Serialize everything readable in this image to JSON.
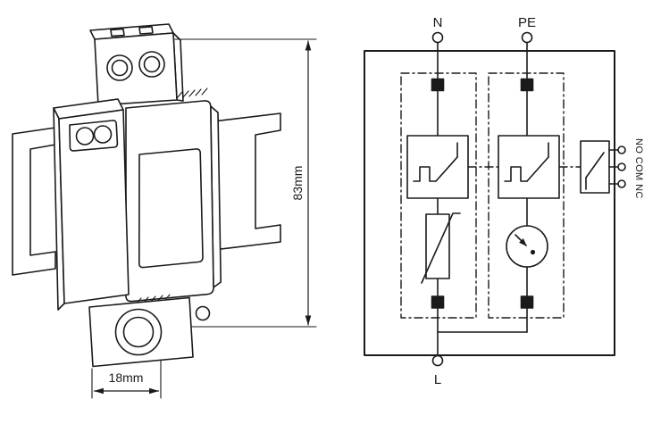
{
  "drawing": {
    "height_label": "83mm",
    "width_label": "18mm"
  },
  "schematic": {
    "terminal_n_label": "N",
    "terminal_pe_label": "PE",
    "terminal_l_label": "L",
    "aux_contact_label": "NO COM NC"
  },
  "colors": {
    "line": "#1a1a1a",
    "background": "#ffffff"
  }
}
